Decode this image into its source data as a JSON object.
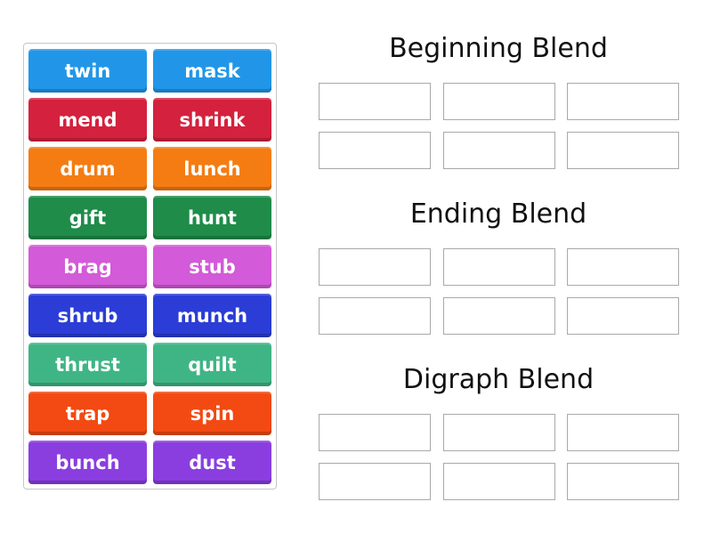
{
  "tiles": [
    {
      "label": "twin",
      "color": "#2196e8",
      "col": 0,
      "row": 0
    },
    {
      "label": "mask",
      "color": "#2196e8",
      "col": 1,
      "row": 0
    },
    {
      "label": "mend",
      "color": "#d4213d",
      "col": 0,
      "row": 1
    },
    {
      "label": "shrink",
      "color": "#d4213d",
      "col": 1,
      "row": 1
    },
    {
      "label": "drum",
      "color": "#f57c12",
      "col": 0,
      "row": 2
    },
    {
      "label": "lunch",
      "color": "#f57c12",
      "col": 1,
      "row": 2
    },
    {
      "label": "gift",
      "color": "#1f8c4a",
      "col": 0,
      "row": 3
    },
    {
      "label": "hunt",
      "color": "#1f8c4a",
      "col": 1,
      "row": 3
    },
    {
      "label": "brag",
      "color": "#d35ad8",
      "col": 0,
      "row": 4
    },
    {
      "label": "stub",
      "color": "#d35ad8",
      "col": 1,
      "row": 4
    },
    {
      "label": "shrub",
      "color": "#2b3dd6",
      "col": 0,
      "row": 5
    },
    {
      "label": "munch",
      "color": "#2b3dd6",
      "col": 1,
      "row": 5
    },
    {
      "label": "thrust",
      "color": "#3fb585",
      "col": 0,
      "row": 6
    },
    {
      "label": "quilt",
      "color": "#3fb585",
      "col": 1,
      "row": 6
    },
    {
      "label": "trap",
      "color": "#f24a12",
      "col": 0,
      "row": 7
    },
    {
      "label": "spin",
      "color": "#f24a12",
      "col": 1,
      "row": 7
    },
    {
      "label": "bunch",
      "color": "#8a3ee0",
      "col": 0,
      "row": 8
    },
    {
      "label": "dust",
      "color": "#8a3ee0",
      "col": 1,
      "row": 8
    }
  ],
  "groups": [
    {
      "title": "Beginning Blend",
      "slots": 6
    },
    {
      "title": "Ending Blend",
      "slots": 6
    },
    {
      "title": "Digraph Blend",
      "slots": 6
    }
  ]
}
